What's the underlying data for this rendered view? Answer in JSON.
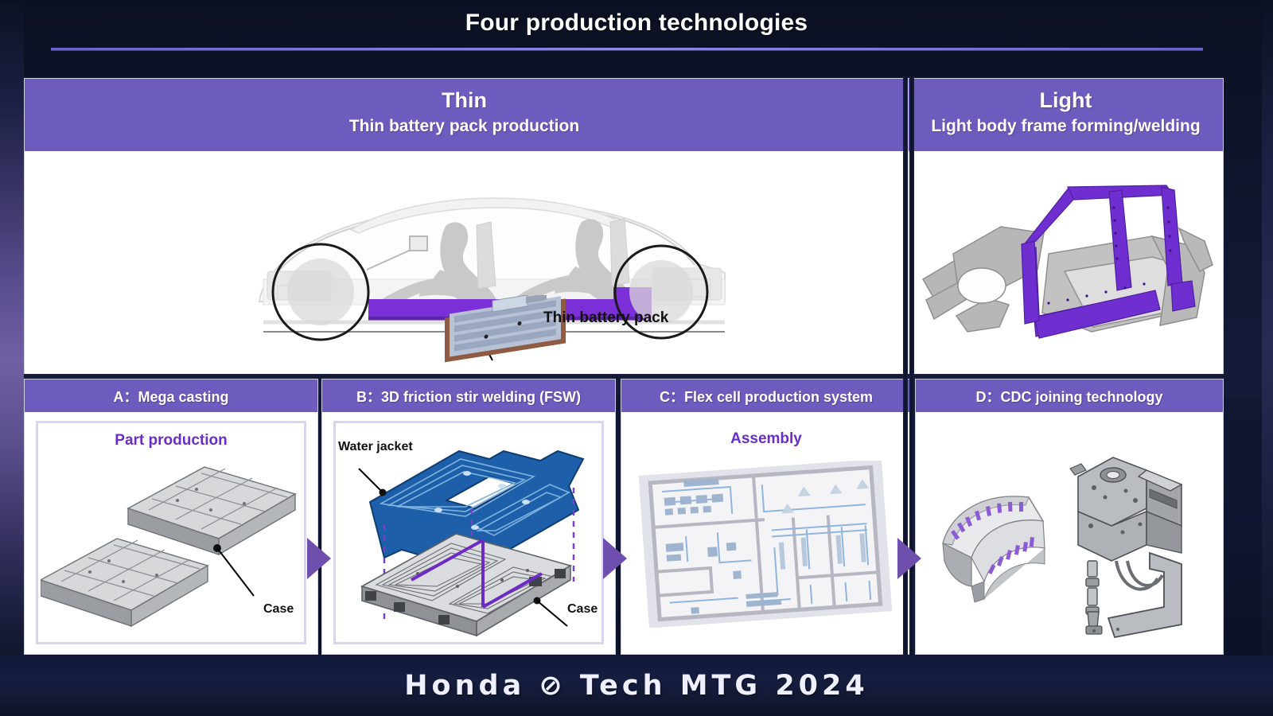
{
  "slide": {
    "title": "Four production technologies",
    "footer": "Honda ⊘ Tech MTG 2024",
    "accent_purple": "#6d5bbd",
    "accent_dark_purple": "#6a2ec8",
    "background_navy": "#0c1122",
    "panel_white": "#ffffff"
  },
  "sections": [
    {
      "key": "thin",
      "title": "Thin",
      "subtitle": "Thin battery pack production",
      "callout": "Thin battery pack"
    },
    {
      "key": "light",
      "title": "Light",
      "subtitle": "Light body frame forming/welding"
    }
  ],
  "steps": [
    {
      "key": "a",
      "header": "A：Mega casting",
      "caption": "Part production",
      "labels": [
        "Case"
      ]
    },
    {
      "key": "b",
      "header": "B：3D friction stir welding (FSW)",
      "caption": "",
      "labels": [
        "Water jacket",
        "Case"
      ]
    },
    {
      "key": "c",
      "header": "C：Flex cell production system",
      "caption": "Assembly",
      "labels": []
    },
    {
      "key": "d",
      "header": "D：CDC joining technology",
      "caption": "",
      "labels": []
    }
  ],
  "arrows": {
    "icon": "right-triangle-arrow",
    "count": 3
  }
}
